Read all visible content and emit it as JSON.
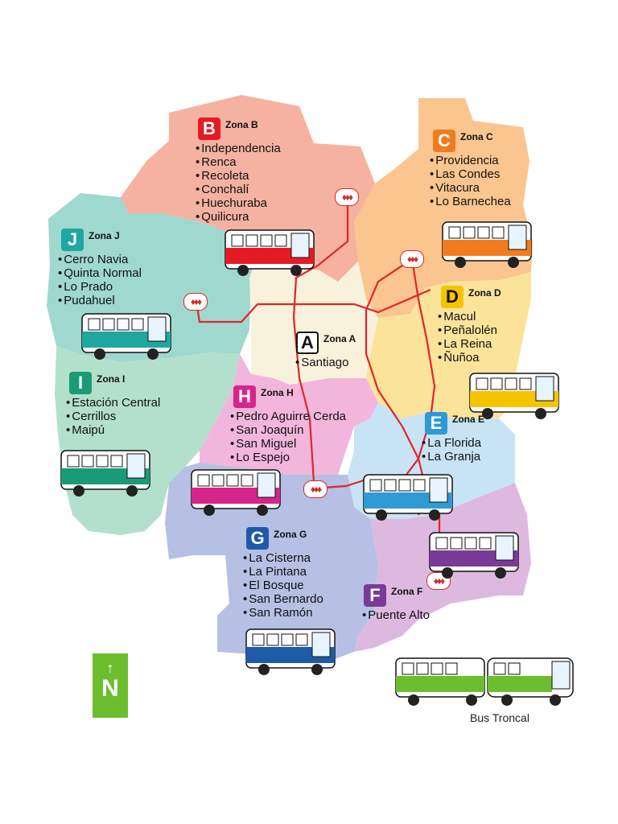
{
  "zones": [
    {
      "id": "A",
      "title": "Zona A",
      "color": "#faf3e0",
      "communes": [
        "Santiago"
      ]
    },
    {
      "id": "B",
      "title": "Zona B",
      "color": "#e51b24",
      "communes": [
        "Independencia",
        "Renca",
        "Recoleta",
        "Conchalí",
        "Huechuraba",
        "Quilicura"
      ]
    },
    {
      "id": "C",
      "title": "Zona C",
      "color": "#f07c1f",
      "communes": [
        "Providencia",
        "Las Condes",
        "Vitacura",
        "Lo Barnechea"
      ]
    },
    {
      "id": "D",
      "title": "Zona D",
      "color": "#f5c400",
      "communes": [
        "Macul",
        "Peñalolén",
        "La Reina",
        "Ñuñoa"
      ]
    },
    {
      "id": "E",
      "title": "Zona E",
      "color": "#2f9ad6",
      "communes": [
        "La Florida",
        "La Granja"
      ]
    },
    {
      "id": "F",
      "title": "Zona F",
      "color": "#7a3b97",
      "communes": [
        "Puente Alto"
      ]
    },
    {
      "id": "G",
      "title": "Zona G",
      "color": "#1f5aa6",
      "communes": [
        "La Cisterna",
        "La Pintana",
        "El Bosque",
        "San Bernardo",
        "San Ramón"
      ]
    },
    {
      "id": "H",
      "title": "Zona H",
      "color": "#d6268a",
      "communes": [
        "Pedro Aguirre Cerda",
        "San Joaquín",
        "San Miguel",
        "Lo Espejo"
      ]
    },
    {
      "id": "I",
      "title": "Zona I",
      "color": "#1a9b76",
      "communes": [
        "Estación Central",
        "Cerrillos",
        "Maipú"
      ]
    },
    {
      "id": "J",
      "title": "Zona J",
      "color": "#1fa7a0",
      "communes": [
        "Cerro Navia",
        "Quinta Normal",
        "Lo Prado",
        "Pudahuel"
      ]
    }
  ],
  "north": {
    "arrow": "↑",
    "letter": "N"
  },
  "legend": {
    "label": "Bus Troncal",
    "trunk_color": "#6cbe2f"
  },
  "metro_icon": "metro-logo-icon"
}
